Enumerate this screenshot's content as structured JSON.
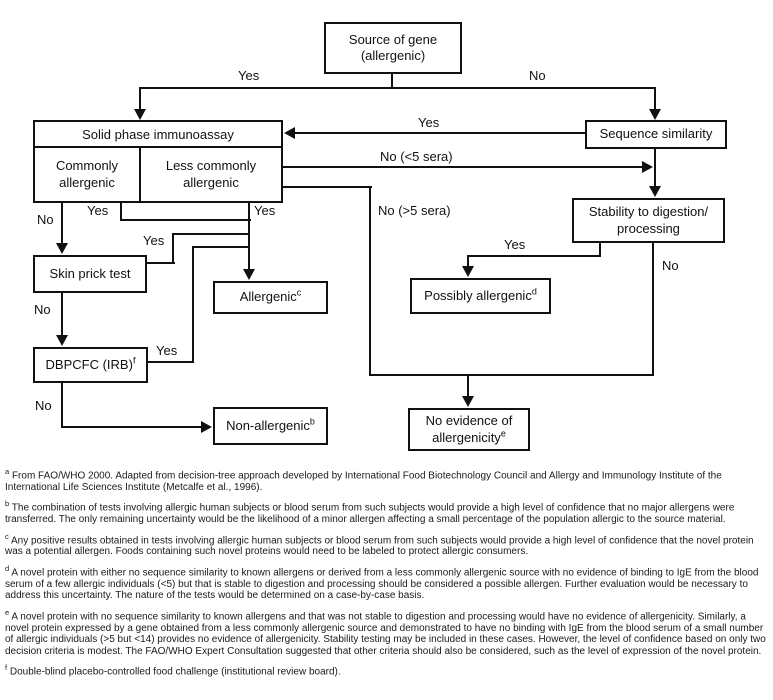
{
  "flowchart": {
    "nodes": {
      "source": {
        "label": "Source of gene\n(allergenic)"
      },
      "solid_phase": {
        "header": "Solid phase immunoassay",
        "cell_left": "Commonly\nallergenic",
        "cell_right": "Less commonly\nallergenic"
      },
      "sequence_similarity": {
        "label": "Sequence similarity"
      },
      "stability": {
        "label": "Stability to digestion/\nprocessing"
      },
      "skin_prick": {
        "label": "Skin prick test"
      },
      "allergenic": {
        "label": "Allergenic",
        "sup": "c"
      },
      "possibly_allergenic": {
        "label": "Possibly allergenic",
        "sup": "d"
      },
      "dbpcfc": {
        "label": "DBPCFC (IRB)",
        "sup": "f"
      },
      "non_allergenic": {
        "label": "Non-allergenic",
        "sup": "b"
      },
      "no_evidence": {
        "label": "No evidence of\nallergenicity",
        "sup": "e"
      }
    },
    "edge_labels": {
      "yes_top": "Yes",
      "no_top": "No",
      "yes_seq_to_solid": "Yes",
      "no_lt5_sera": "No (<5 sera)",
      "no_gt5_sera": "No (>5 sera)",
      "no_commonly": "No",
      "yes_commonly": "Yes",
      "yes_less_commonly": "Yes",
      "yes_skin_prick": "Yes",
      "no_skin_prick": "No",
      "yes_dbpcfc": "Yes",
      "no_dbpcfc": "No",
      "yes_stability": "Yes",
      "no_stability": "No"
    }
  },
  "footnotes": [
    {
      "marker": "a",
      "text": "From FAO/WHO 2000. Adapted from decision-tree approach developed by International Food Biotechnology Council and Allergy and Immunology Institute of the International Life Sciences Institute (Metcalfe et al., 1996)."
    },
    {
      "marker": "b",
      "text": "The combination of tests involving allergic human subjects or blood serum from such subjects would provide a high level of confidence that no major allergens were transferred. The only remaining uncertainty would be the likelihood of a minor allergen affecting a small percentage of the population allergic to the source material."
    },
    {
      "marker": "c",
      "text": "Any positive results obtained in tests involving allergic human subjects or blood serum from such subjects would provide a high level of confidence that the novel protein was a potential allergen. Foods containing such novel proteins would need to be labeled to protect allergic consumers."
    },
    {
      "marker": "d",
      "text": "A novel protein with either no sequence similarity to known allergens or derived from a less commonly allergenic source with no evidence of binding to IgE from the blood serum of a few allergic individuals (<5) but that is stable to digestion and processing should be considered a possible allergen. Further evaluation would be necessary to address this uncertainty. The nature of the tests would be determined on a case-by-case basis."
    },
    {
      "marker": "e",
      "text": "A novel protein with no sequence similarity to known allergens and that was not stable to digestion and processing would have no evidence of allergenicity. Similarly, a novel protein expressed by a gene obtained from a less commonly allergenic source and demonstrated to have no binding with IgE from the blood serum of a small number of allergic individuals (>5 but <14) provides no evidence of allergenicity. Stability testing may be included in these cases. However, the level of confidence based on only two decision criteria is modest. The FAO/WHO Expert Consultation suggested that other criteria should also be considered, such as the level of expression of the novel protein."
    },
    {
      "marker": "f",
      "text": "Double-blind placebo-controlled food challenge (institutional review board)."
    }
  ],
  "colors": {
    "line": "#111111",
    "background": "#ffffff"
  }
}
